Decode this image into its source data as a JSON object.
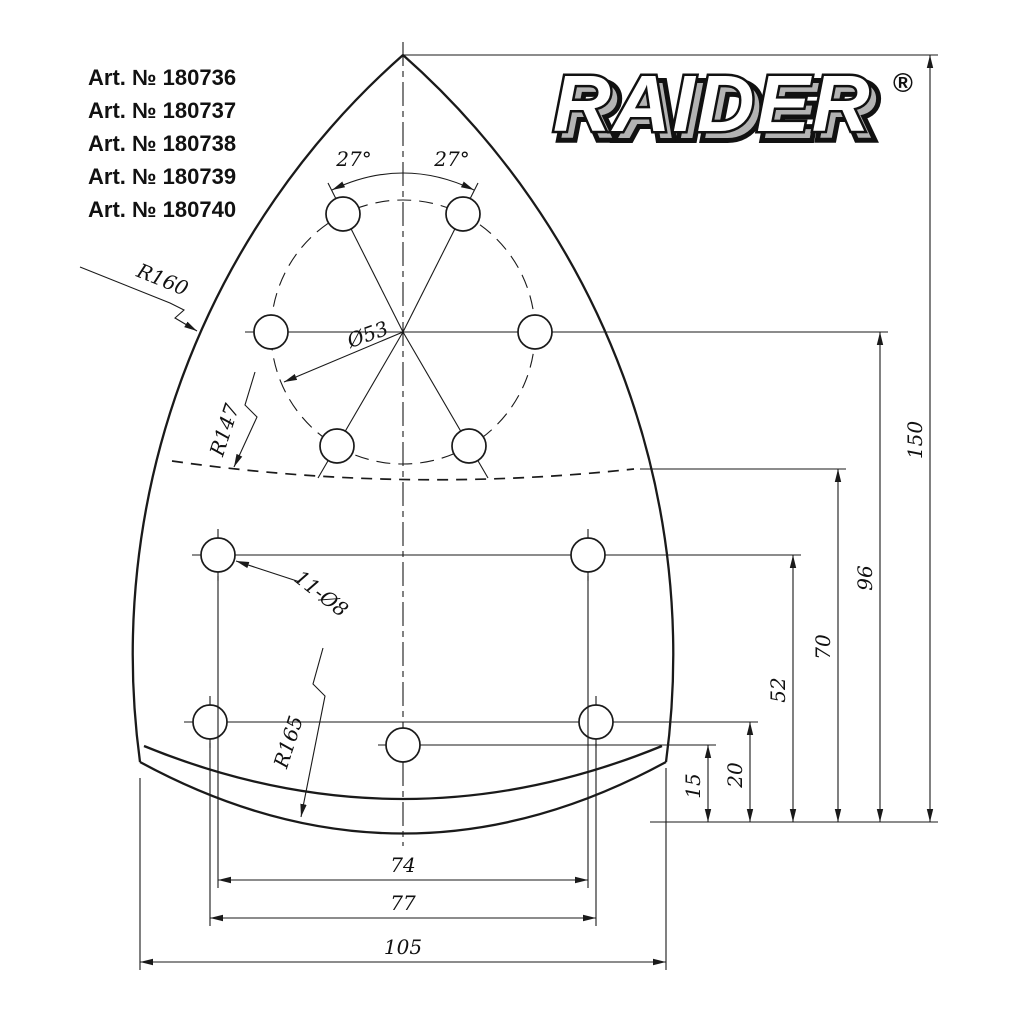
{
  "articles": {
    "items": [
      "Art. № 180736",
      "Art. № 180737",
      "Art. № 180738",
      "Art. № 180739",
      "Art. № 180740"
    ]
  },
  "logo": {
    "text": "RAIDER",
    "registered": "®"
  },
  "annotations": {
    "radius_outer": "R160",
    "radius_dashed": "R147",
    "radius_bottom": "R165",
    "holes_callout": "11-Ø8",
    "bolt_circle_diameter": "Ø53",
    "angle_left": "27°",
    "angle_right": "27°"
  },
  "dims": {
    "h150": "150",
    "h96": "96",
    "h70": "70",
    "h52": "52",
    "h20": "20",
    "h15": "15",
    "w74": "74",
    "w77": "77",
    "w105": "105"
  },
  "colors": {
    "line": "#1a1a1a",
    "background": "#ffffff",
    "logo_shadow": "#b3b3b3",
    "logo_fill": "#ffffff"
  }
}
